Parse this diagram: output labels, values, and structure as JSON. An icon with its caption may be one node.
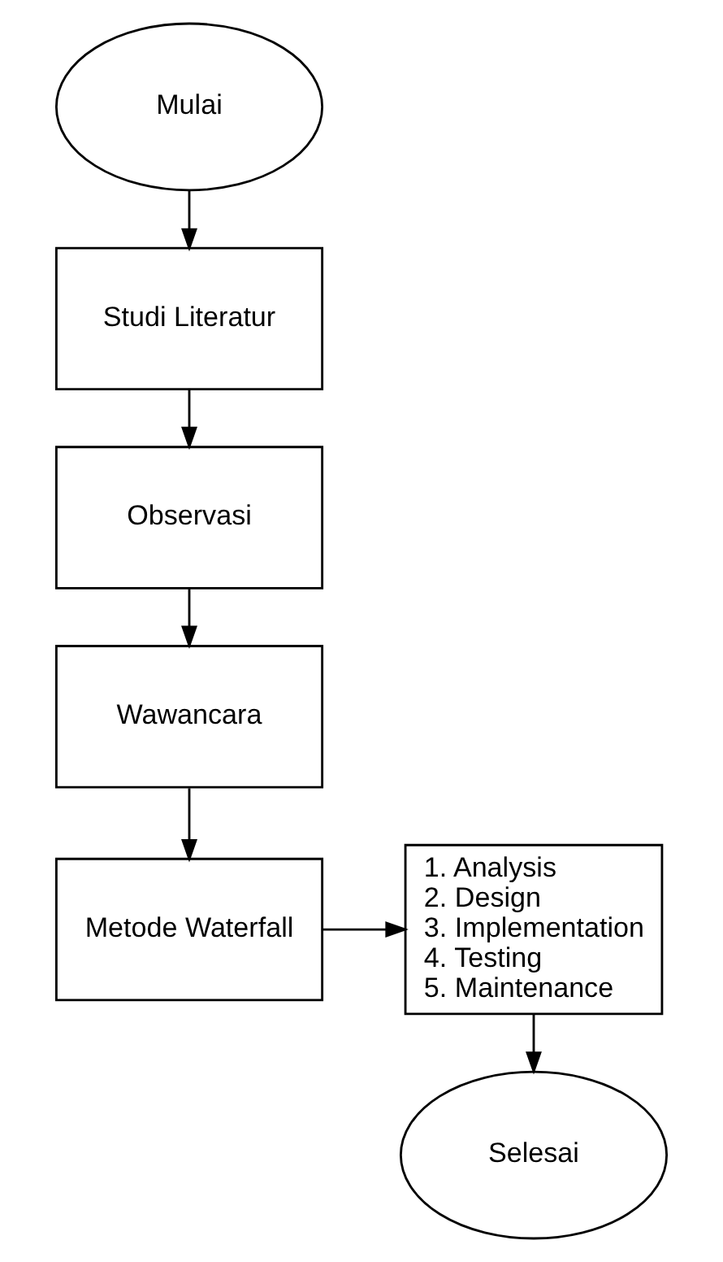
{
  "diagram": {
    "nodes": [
      {
        "text": [
          "Mulai"
        ]
      },
      {
        "text": [
          "Studi Literatur"
        ]
      },
      {
        "text": [
          "Observasi"
        ]
      },
      {
        "text": [
          "Wawancara"
        ]
      },
      {
        "text": [
          "Metode Waterfall"
        ]
      },
      {
        "text": [
          "1. Analysis",
          "2. Design",
          "3. Implementation",
          "4. Testing",
          "5. Maintenance"
        ]
      },
      {
        "text": [
          "Selesai"
        ]
      }
    ],
    "edges": [
      {
        "from": 0,
        "to": 1,
        "arrow": "to"
      },
      {
        "from": 1,
        "to": 2,
        "arrow": "to"
      },
      {
        "from": 2,
        "to": 3,
        "arrow": "to"
      },
      {
        "from": 3,
        "to": 4,
        "arrow": "to"
      },
      {
        "from": 4,
        "to": 5,
        "arrow": "to"
      },
      {
        "from": 5,
        "to": 6,
        "arrow": "to"
      }
    ]
  }
}
